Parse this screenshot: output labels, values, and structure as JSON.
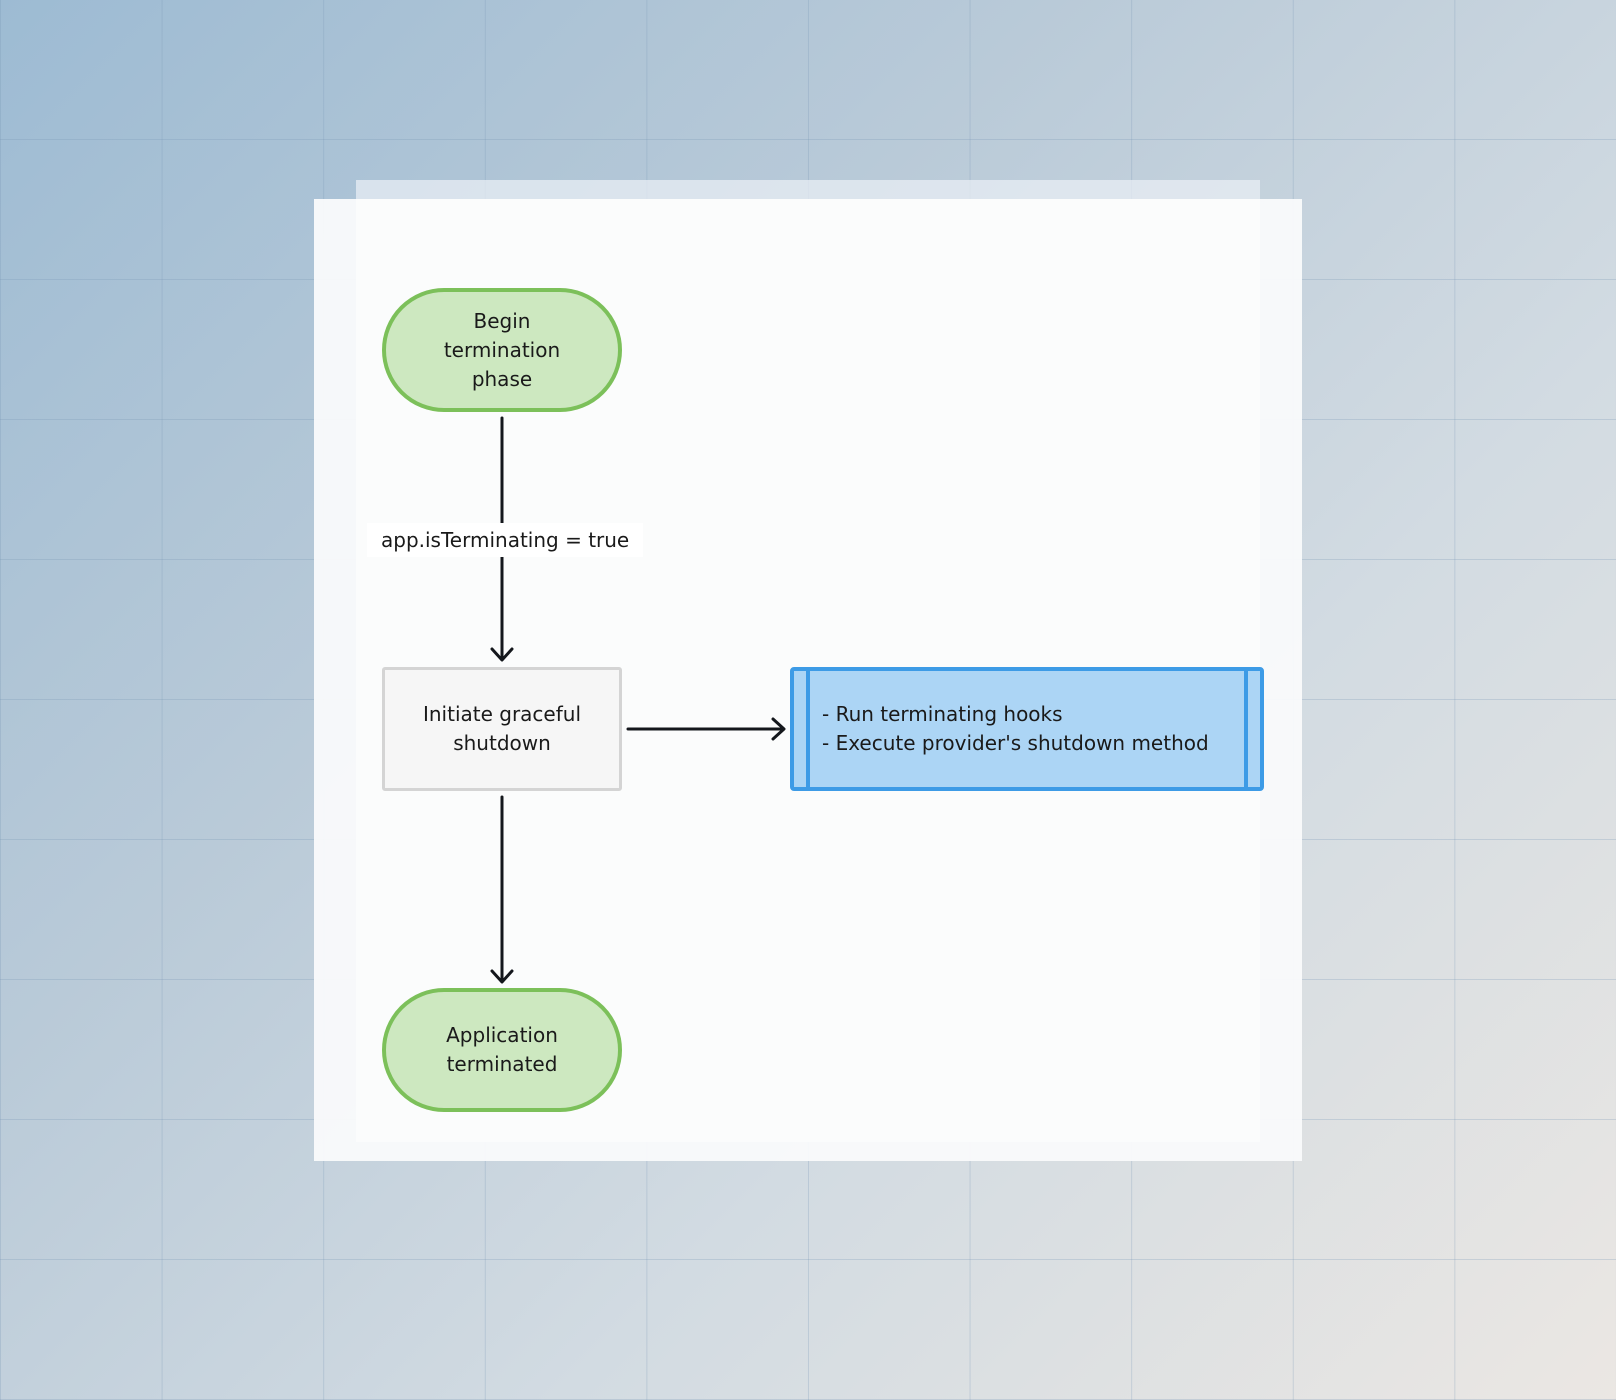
{
  "diagram": {
    "nodes": [
      {
        "id": "begin",
        "lines": [
          "Begin",
          "termination",
          "phase"
        ],
        "fill": "#cde8c0",
        "stroke": "#7cc05a"
      },
      {
        "id": "initiate",
        "lines": [
          "Initiate graceful",
          "shutdown"
        ],
        "fill": "#f6f6f6",
        "stroke": "#d4d4d4"
      },
      {
        "id": "hooks",
        "lines": [
          "- Run terminating hooks",
          "- Execute provider's shutdown method"
        ],
        "fill": "#acd5f5",
        "stroke": "#3d9be6"
      },
      {
        "id": "terminated",
        "lines": [
          "Application",
          "terminated"
        ],
        "fill": "#cde8c0",
        "stroke": "#7cc05a"
      }
    ],
    "edges": [
      {
        "from": "begin",
        "to": "initiate",
        "label": "app.isTerminating = true"
      },
      {
        "from": "initiate",
        "to": "hooks",
        "label": ""
      },
      {
        "from": "initiate",
        "to": "terminated",
        "label": ""
      }
    ]
  }
}
